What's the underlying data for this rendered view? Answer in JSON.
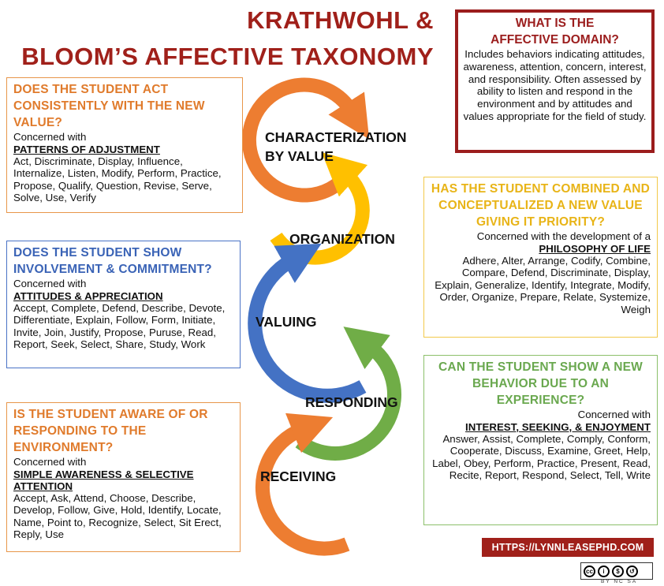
{
  "title": {
    "line1": "KRATHWOHL &",
    "line2": "BLOOM’S AFFECTIVE TAXONOMY"
  },
  "affective": {
    "heading1": "WHAT IS THE",
    "heading2": "AFFECTIVE DOMAIN?",
    "text": "Includes behaviors indicating attitudes, awareness, attention, concern, interest, and responsibility. Often assessed by ability to listen and respond in the environment and by attitudes and values appropriate for the field of study."
  },
  "levels": {
    "characterization1": "CHARACTERIZATION",
    "characterization2": "BY VALUE",
    "organization": "ORGANIZATION",
    "valuing": "VALUING",
    "responding": "RESPONDING",
    "receiving": "RECEIVING"
  },
  "boxes": {
    "characterization": {
      "question": "DOES THE STUDENT ACT CONSISTENTLY WITH THE NEW VALUE?",
      "intro": "Concerned with",
      "category": "PATTERNS OF ADJUSTMENT",
      "verbs": "Act, Discriminate, Display, Influence, Internalize, Listen, Modify, Perform, Practice, Propose, Qualify, Question, Revise, Serve, Solve, Use, Verify"
    },
    "valuing": {
      "question": "DOES THE STUDENT SHOW INVOLVEMENT & COMMITMENT?",
      "intro": "Concerned with",
      "category": "ATTITUDES & APPRECIATION",
      "verbs": "Accept, Complete, Defend, Describe, Devote, Differentiate, Explain, Follow, Form, Initiate, Invite, Join, Justify, Propose, Puruse, Read, Report, Seek, Select, Share, Study, Work"
    },
    "receiving": {
      "question": "IS THE STUDENT AWARE OF OR RESPONDING TO THE ENVIRONMENT?",
      "intro": "Concerned with",
      "category": "SIMPLE AWARENESS & SELECTIVE ATTENTION",
      "verbs": "Accept, Ask, Attend, Choose, Describe, Develop, Follow, Give, Hold, Identify, Locate, Name, Point to, Recognize, Select, Sit Erect, Reply, Use"
    },
    "organization": {
      "question": "HAS THE STUDENT COMBINED AND CONCEPTUALIZED A NEW VALUE GIVING IT PRIORITY?",
      "intro": "Concerned with the development of a",
      "category": "PHILOSOPHY OF LIFE",
      "verbs": "Adhere, Alter, Arrange, Codify, Combine, Compare, Defend, Discriminate, Display, Explain, Generalize, Identify, Integrate, Modify, Order, Organize, Prepare, Relate, Systemize, Weigh"
    },
    "responding": {
      "question": "CAN THE STUDENT SHOW A NEW BEHAVIOR DUE TO AN EXPERIENCE?",
      "intro": "Concerned with",
      "category": "INTEREST, SEEKING, & ENJOYMENT",
      "verbs": "Answer, Assist, Complete, Comply, Conform, Cooperate, Discuss, Examine, Greet, Help, Label, Obey, Perform, Practice, Present, Read, Recite, Report, Respond, Select, Tell, Write"
    }
  },
  "footer": {
    "url": "HTTPS://LYNNLEASEPHD.COM",
    "license_tags": "BY NC SA"
  },
  "colors": {
    "title": "#a0201a",
    "orange": "#ed7d31",
    "yellow": "#ffc000",
    "blue": "#4472c4",
    "green": "#70ad47"
  }
}
